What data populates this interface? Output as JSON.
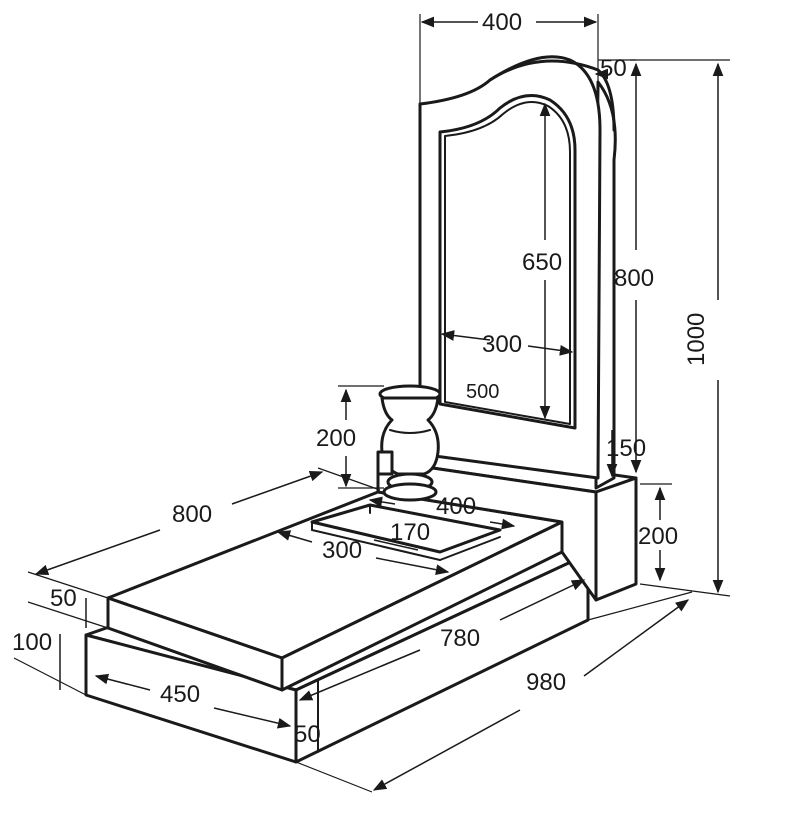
{
  "dimensions": {
    "stele_width": "400",
    "stele_thickness": "50",
    "stele_total_height": "1000",
    "stele_height": "800",
    "frame_height": "650",
    "frame_width": "300",
    "frame_base": "500",
    "stele_gap": "150",
    "pedestal_height": "200",
    "vase_height": "200",
    "flowerbed_width": "400",
    "flowerbed_depth": "170",
    "flowerbed_length": "300",
    "slab_width": "800",
    "slab_thickness": "50",
    "base_thickness": "100",
    "slab_length": "780",
    "base_width": "450",
    "base_step": "50",
    "base_length": "980"
  }
}
